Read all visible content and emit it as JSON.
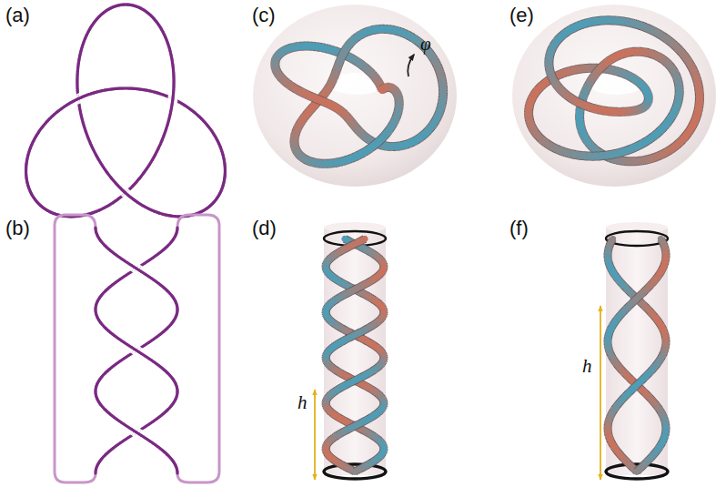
{
  "diagram": {
    "labels": [
      "(a)",
      "(b)",
      "(c)",
      "(d)",
      "(e)",
      "(f)",
      "φ",
      "h",
      "h"
    ]
  }
}
